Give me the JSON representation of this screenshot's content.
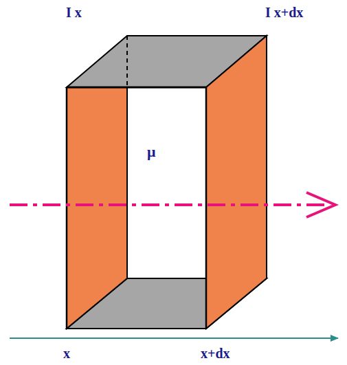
{
  "diagram": {
    "labels": [
      "I x",
      "I x+dx",
      "μ",
      "x",
      "x+dx"
    ]
  }
}
